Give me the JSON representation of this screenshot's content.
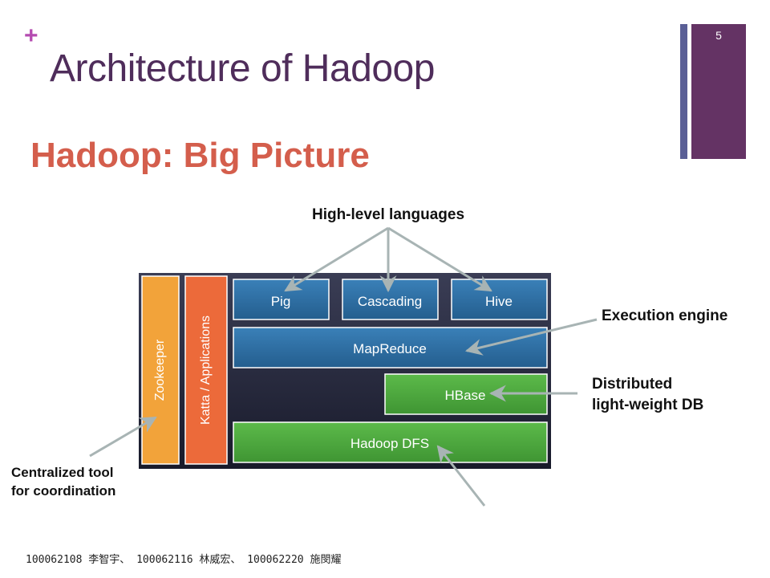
{
  "slide": {
    "title": "Architecture of Hadoop",
    "number": "5",
    "footer": "100062108 李智宇、 100062116 林威宏、 100062220 施閔耀"
  },
  "diagram": {
    "heading": "Hadoop: Big Picture",
    "blocks": {
      "zookeeper": "Zookeeper",
      "katta": "Katta / Applications",
      "pig": "Pig",
      "cascading": "Cascading",
      "hive": "Hive",
      "mapreduce": "MapReduce",
      "hbase": "HBase",
      "hdfs": "Hadoop DFS"
    },
    "callouts": {
      "high_level": "High-level languages",
      "execution": "Execution engine",
      "distributed_1": "Distributed",
      "distributed_2": "light-weight DB",
      "centralized_1": "Centralized tool",
      "centralized_2": "for coordination"
    },
    "colors": {
      "blue_block": "#2f6fa3",
      "green_block": "#4da83e",
      "orange_zookeeper": "#f2a33a",
      "orange_katta": "#ec6a3a",
      "dark_background": "#232538",
      "arrow": "#a8b4b4",
      "heading_red": "#d45e4c",
      "title_purple": "#4f2d5b"
    }
  }
}
